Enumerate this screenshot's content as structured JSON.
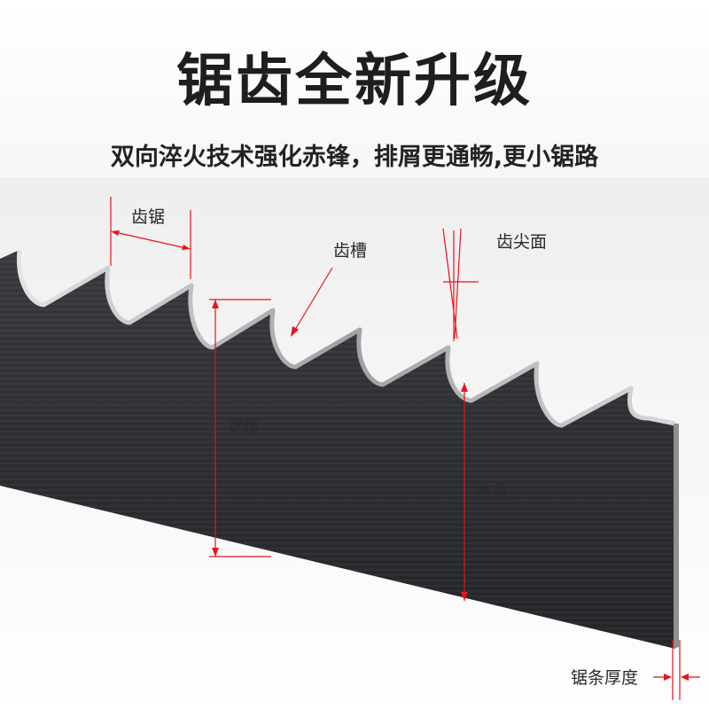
{
  "header": {
    "title": "锯齿全新升级",
    "subtitle": "双向淬火技术强化赤锋，排屑更通畅,更小锯路"
  },
  "annotations": {
    "tooth_pitch": "齿锯",
    "gullet": "齿槽",
    "tooth_face": "齿尖面",
    "width": "宽度",
    "back": "带背",
    "thickness": "锯条厚度"
  },
  "colors": {
    "accent": "#e8121b",
    "blade": "#333539",
    "edge": "#c9cbcd"
  }
}
